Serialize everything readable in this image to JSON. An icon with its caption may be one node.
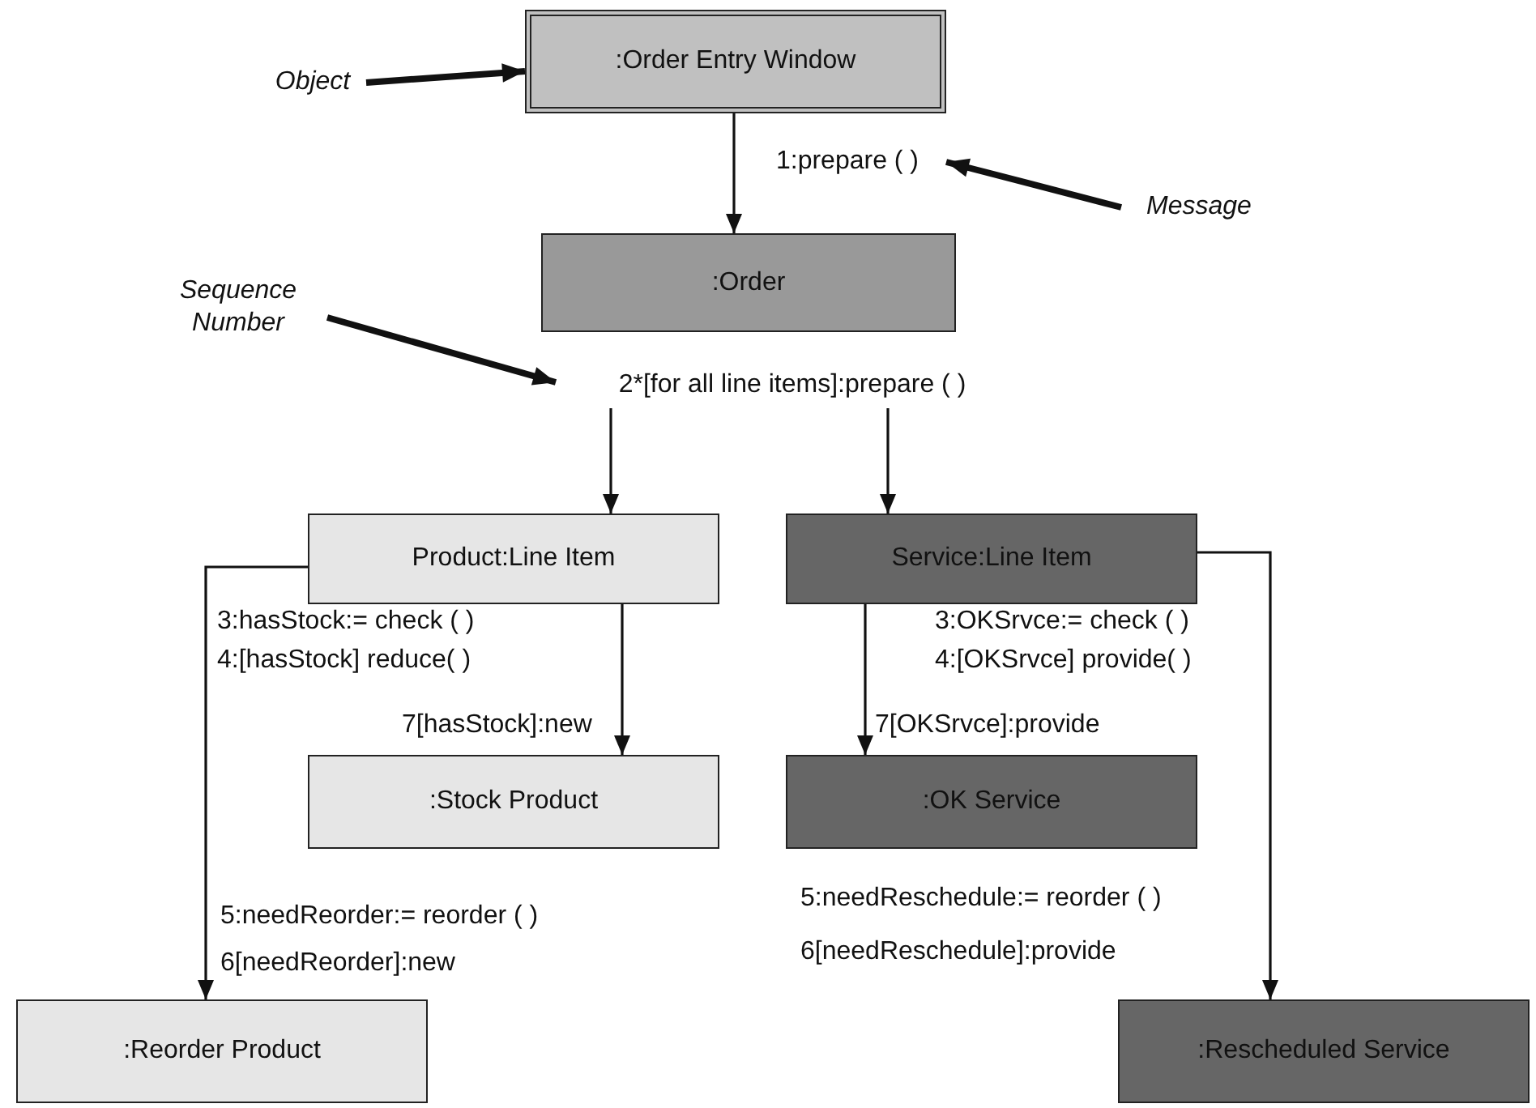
{
  "diagram": {
    "nodes": [
      {
        "text": [
          "Object"
        ]
      },
      {
        "text": [
          ":Order Entry Window"
        ]
      },
      {
        "text": [
          "Message"
        ]
      },
      {
        "text": [
          ":Order"
        ]
      },
      {
        "text": [
          "Sequence Number"
        ]
      },
      {
        "text": [
          "2*[for all line items]:prepare ( )"
        ]
      },
      {
        "text": [
          "Product:Line Item"
        ]
      },
      {
        "text": [
          "Service:Line Item"
        ]
      },
      {
        "text": [
          ":Stock Product"
        ]
      },
      {
        "text": [
          ":OK Service"
        ]
      },
      {
        "text": [
          ":Reorder Product"
        ]
      },
      {
        "text": [
          ":Rescheduled Service"
        ]
      },
      {
        "text": [
          "1:prepare ( )"
        ]
      }
    ],
    "edges": [
      {
        "from": 0,
        "to": 1,
        "arrow": "to",
        "style": "thick"
      },
      {
        "from": 1,
        "to": 3,
        "arrow": "to"
      },
      {
        "from": 2,
        "to": 12,
        "arrow": "to",
        "style": "thick"
      },
      {
        "from": 4,
        "to": 5,
        "arrow": "to",
        "style": "thick"
      },
      {
        "from": 5,
        "to": 6,
        "arrow": "to"
      },
      {
        "from": 5,
        "to": 7,
        "arrow": "to"
      },
      {
        "from": 6,
        "to": 8,
        "arrow": "to",
        "label": "7[hasStock]:new"
      },
      {
        "from": 7,
        "to": 9,
        "arrow": "to",
        "label": "7[OKSrvce]:provide"
      },
      {
        "from": 6,
        "to": 10,
        "arrow": "to"
      },
      {
        "from": 7,
        "to": 11,
        "arrow": "to"
      }
    ],
    "labels": [
      "3:hasStock:= check ( )",
      "4:[hasStock] reduce( )",
      "3:OKSrvce:= check ( )",
      "4:[OKSrvce] provide( )",
      "5:needReorder:= reorder ( )",
      "6[needReorder]:new",
      "5:needReschedule:= reorder ( )",
      "6[needReschedule]:provide"
    ]
  }
}
